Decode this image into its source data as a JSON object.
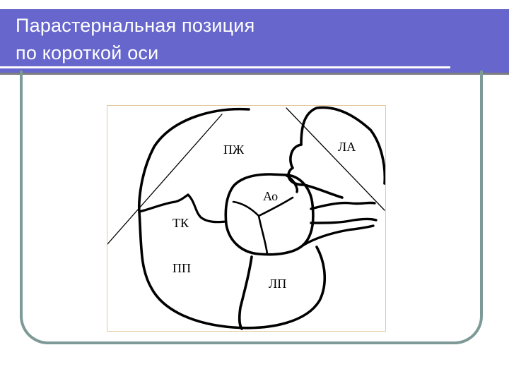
{
  "slide": {
    "title_line_1": "Парастернальная позиция",
    "title_line_2": "по короткой оси"
  },
  "diagram": {
    "labels": {
      "rv": "ПЖ",
      "la": "ЛА",
      "ao": "Ао",
      "tv": "ТК",
      "ra": "ПП",
      "lp": "ЛП"
    }
  },
  "colors": {
    "header": "#6666cc",
    "frame": "#7d9a97",
    "diagram_border": "#e3c99a",
    "ink": "#000000"
  }
}
